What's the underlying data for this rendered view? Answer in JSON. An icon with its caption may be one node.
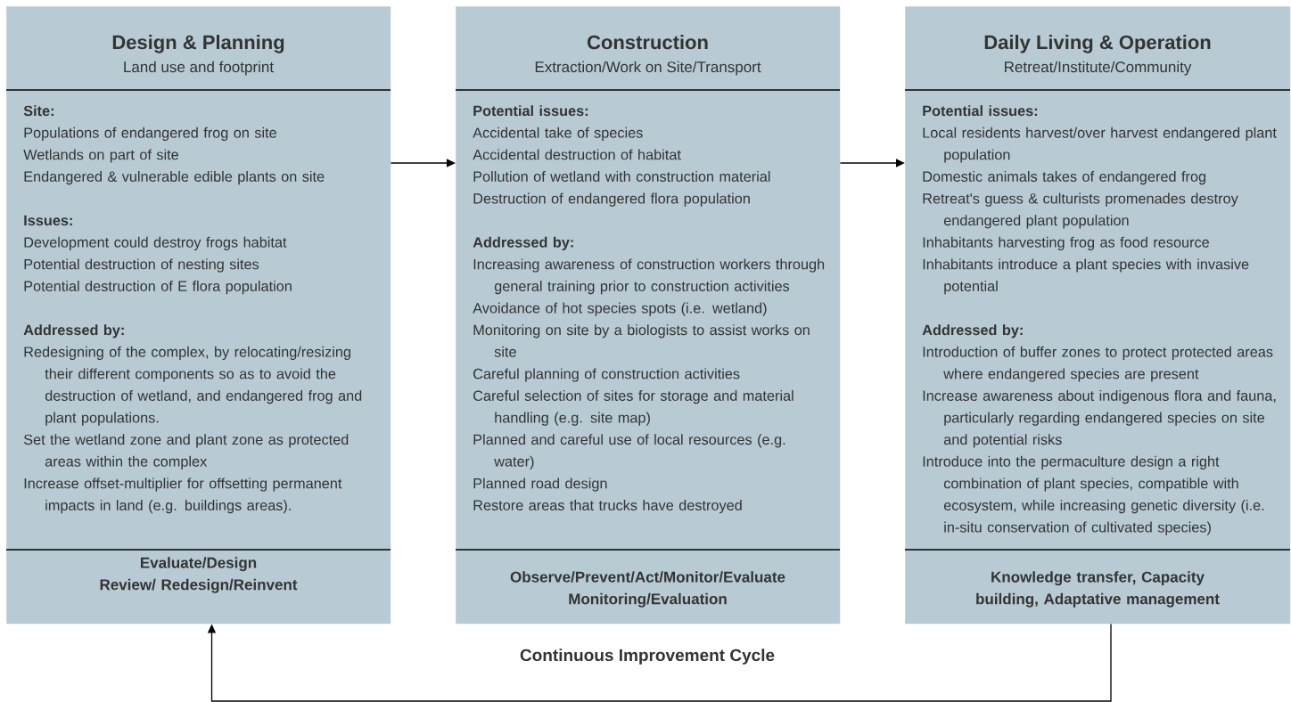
{
  "diagram": {
    "nodes": [
      {
        "text": [
          "Design & Planning",
          "Land use and footprint",
          "**Site**:",
          "Populations of endangered frog on site",
          "Wetlands on part of site",
          "Endangered & vulnerable edible plants on site",
          "Issues:",
          "Development could destroy frogs habitat",
          "Potential destruction of nesting sites",
          "Potential destruction of E flora population",
          "Addressed by:",
          "Redesigning of the complex, by relocating/resizing their different components so as to avoid the destruction of wetland, and endangered frog and plant populations.",
          "Set the wetland zone and plant zone as protected areas within the complex",
          "Increase offset-multiplier for offsetting permanent impacts in land (e.g. buildings areas).",
          "Evaluate/Design",
          "Review/ Redesign/Reinvent"
        ]
      },
      {
        "text": [
          "Construction",
          "Extraction/Work on Site/Transport",
          "Potential issues:",
          "Accidental take of species",
          "Accidental destruction of habitat",
          "Pollution of wetland with construction material",
          "Destruction of endangered flora population",
          "Addressed by:",
          "Increasing awareness of construction workers through general training prior to construction activities",
          "Avoidance of hot species spots (i.e. wetland)",
          "Monitoring on site by a biologists to assist works on site",
          "Careful planning of construction activities",
          "Careful selection of sites for storage and material handling (e.g. site map)",
          "Planned and careful use of local resources (e.g. water)",
          "Planned road design",
          "Restore areas that trucks have destroyed",
          "Observe/Prevent/Act/Monitor/Evaluate",
          "Monitoring/Evaluation"
        ]
      },
      {
        "text": [
          "Daily Living & Operation",
          "Retreat/Institute/Community",
          "Potential issues:",
          "Local residents harvest/over harvest endangered plant population",
          "Domestic animals takes of endangered frog",
          "Retreat's guess & culturists promenades destroy endangered plant population",
          "Inhabitants harvesting frog as food resource",
          "Inhabitants introduce a plant species with invasive potential",
          "Addressed by:",
          "Introduction of buffer zones to protect protected areas where endangered species are present",
          "Increase awareness about indigenous flora and fauna, particularly regarding endangered species on site and potential risks",
          "Introduce into the permaculture design a right combination of plant species, compatible with ecosystem, while increasing genetic diversity (i.e. in-situ conservation of cultivated species)",
          "Knowledge transfer, Capacity building, Adaptative management"
        ]
      }
    ],
    "edges": [
      {
        "from": 0,
        "to": 1,
        "arrow": "to"
      },
      {
        "from": 1,
        "to": 2,
        "arrow": "to"
      },
      {
        "from": 2,
        "to": 0,
        "arrow": "to",
        "label": "Continuous Improvement Cycle"
      }
    ]
  }
}
